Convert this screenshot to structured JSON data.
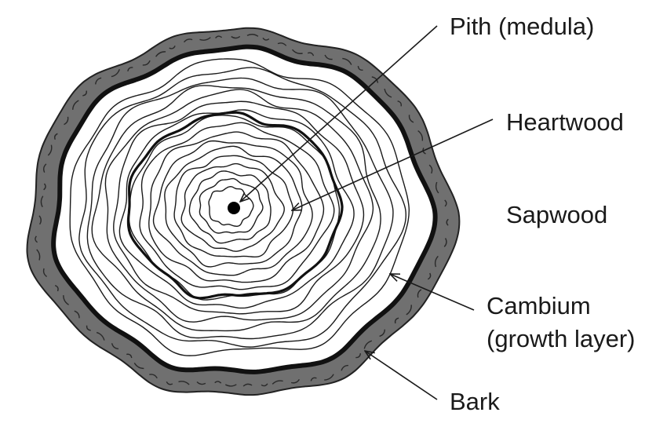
{
  "labels": {
    "pith": "Pith (medula)",
    "heartwood": "Heartwood",
    "sapwood": "Sapwood",
    "cambium_line1": "Cambium",
    "cambium_line2": "(growth layer)",
    "bark": "Bark"
  },
  "colors": {
    "bark_fill": "#707070",
    "bark_texture": "#2a2a2a",
    "cambium": "#111111",
    "ring_stroke": "#1a1a1a",
    "wood_fill": "#ffffff",
    "pith": "#000000"
  }
}
